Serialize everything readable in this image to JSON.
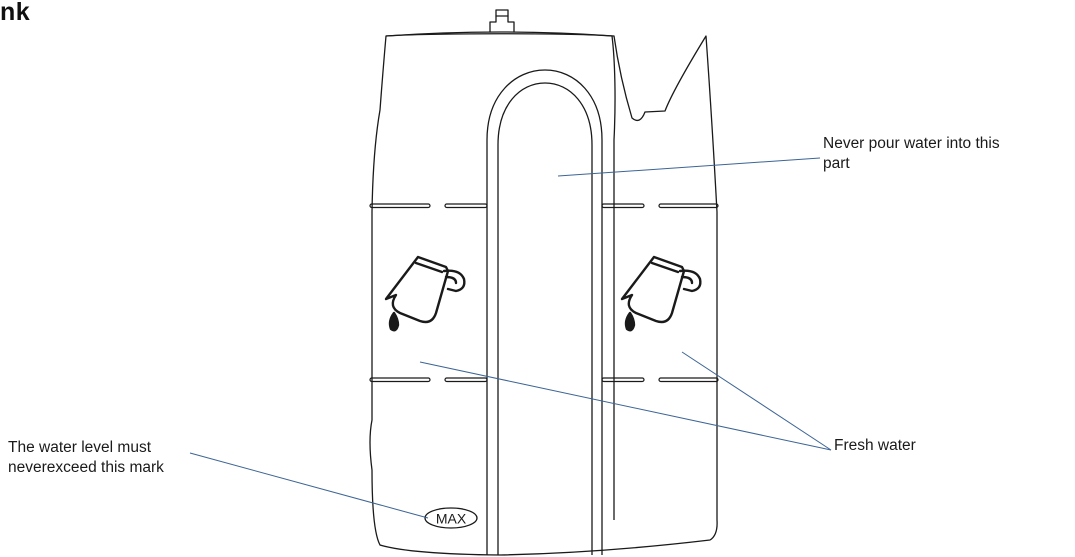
{
  "title": "nk",
  "labels": {
    "never_pour": [
      "Never pour water into this",
      "part"
    ],
    "fresh_water": "Fresh water",
    "water_level": [
      "The water level must",
      "neverexceed this mark"
    ]
  },
  "max_mark": "MAX",
  "colors": {
    "outline": "#1a1a1a",
    "leader_line": "#3c6496",
    "background": "#ffffff"
  },
  "icons": [
    "pouring-jug-icon",
    "pouring-jug-icon"
  ]
}
